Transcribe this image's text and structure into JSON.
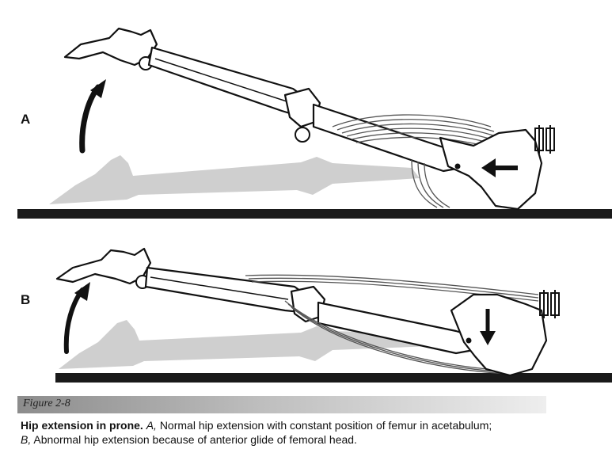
{
  "panels": {
    "a_label": "A",
    "b_label": "B"
  },
  "figure": {
    "number": "Figure 2-8"
  },
  "caption": {
    "title": "Hip extension in prone.",
    "a_marker": "A,",
    "a_text": "Normal hip extension with constant position of femur in acetabulum;",
    "b_marker": "B,",
    "b_text": "Abnormal hip extension because of anterior glide of femoral head."
  },
  "colors": {
    "ink": "#111111",
    "shadow": "#cfcfcf",
    "floor": "#1a1a1a"
  }
}
